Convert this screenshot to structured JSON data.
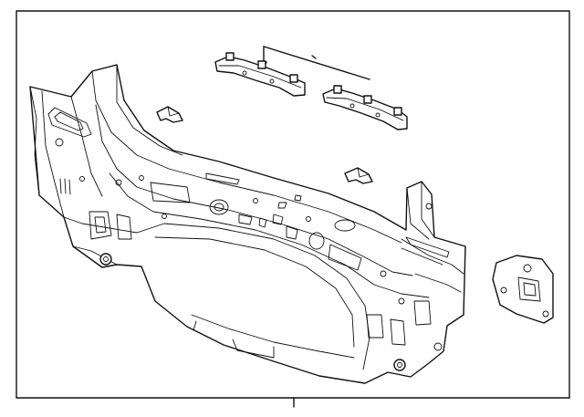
{
  "diagram": {
    "kind": "exploded parts diagram",
    "components": [
      "rear-body-panel",
      "upper-reinforcement-left",
      "upper-reinforcement-right",
      "small-bracket-left",
      "small-bracket-center",
      "side-gusset-plate"
    ],
    "colors": {
      "line": "#111111",
      "background": "#ffffff"
    }
  }
}
